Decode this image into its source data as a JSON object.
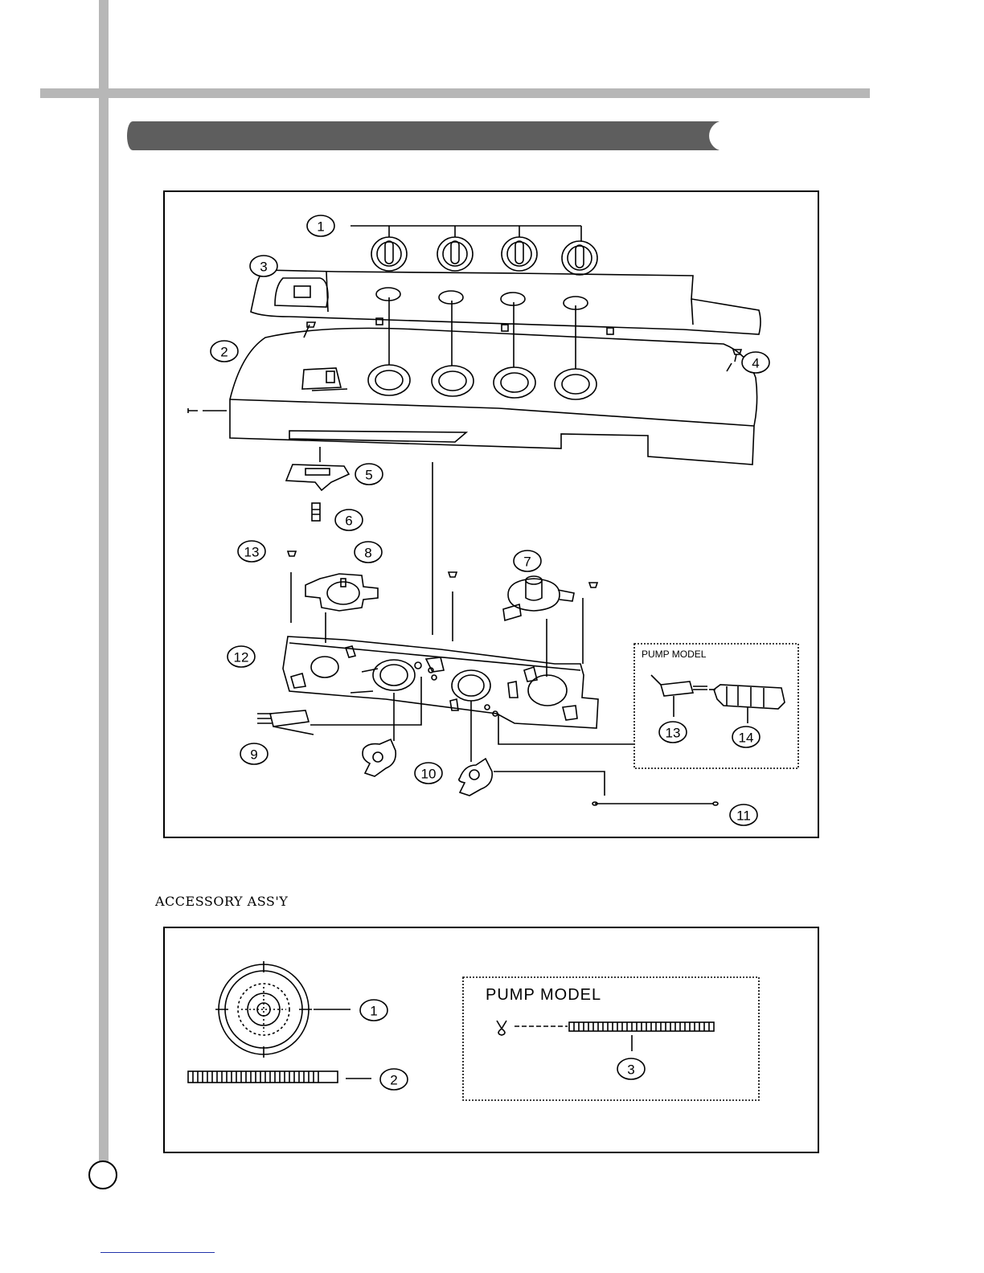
{
  "section_label": "ACCESSORY ASS'Y",
  "pump_model_label": "PUMP MODEL",
  "callouts_main": [
    "1",
    "2",
    "3",
    "4",
    "5",
    "6",
    "7",
    "8",
    "9",
    "10",
    "11",
    "12",
    "13",
    "14"
  ],
  "callouts_pump_main": [
    "13",
    "14"
  ],
  "callouts_accessory": [
    "1",
    "2",
    "3"
  ],
  "colors": {
    "rule": "#b7b7b7",
    "banner": "#5e5e5e",
    "line": "#000000"
  }
}
